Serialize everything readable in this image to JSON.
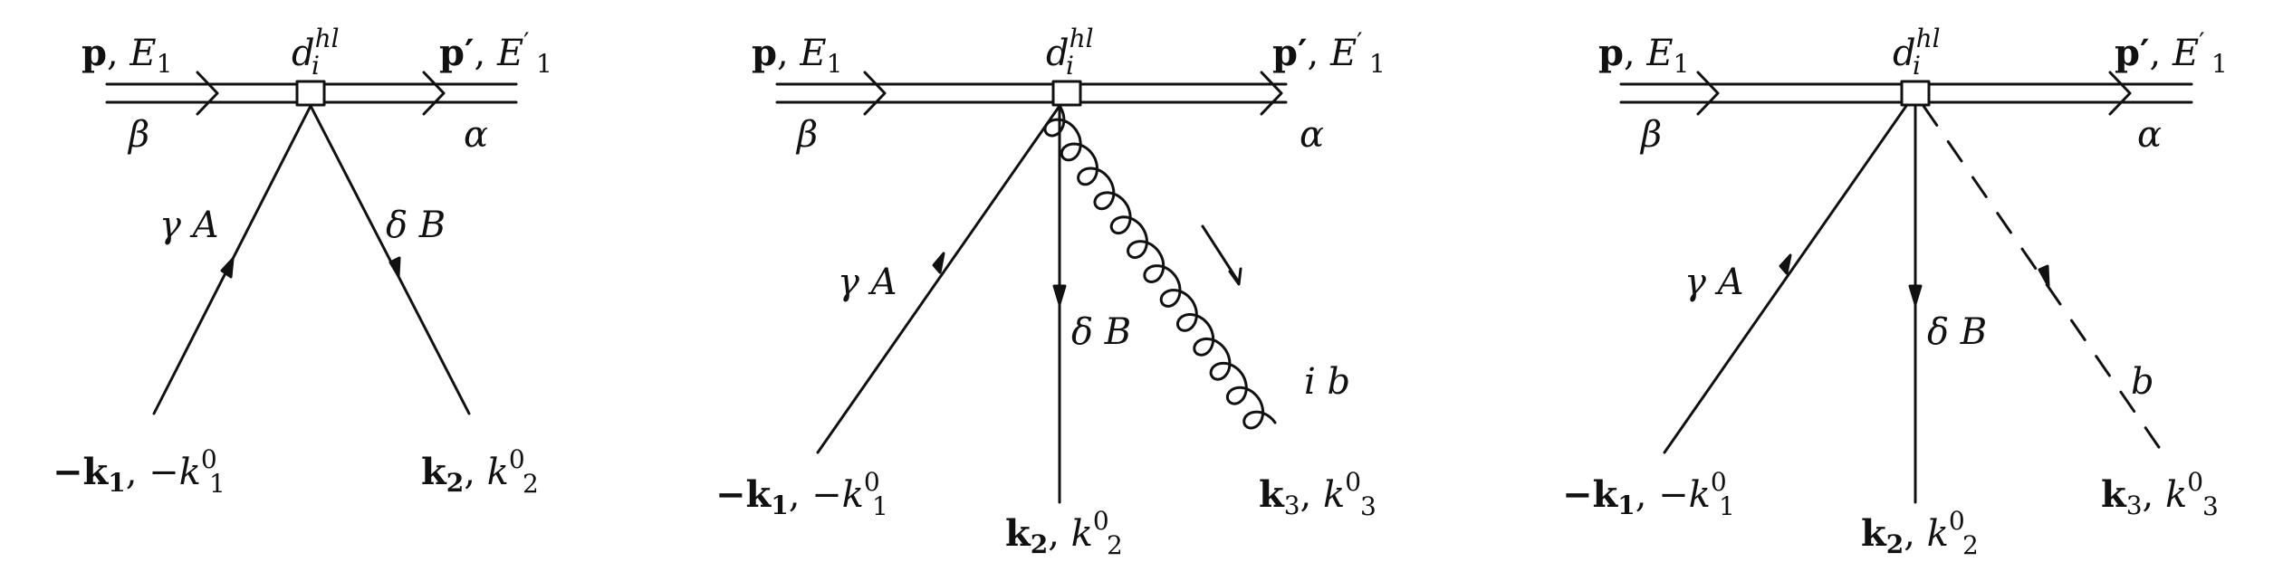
{
  "diagrams": [
    {
      "incoming_momentum": "p",
      "incoming_energy": "E",
      "incoming_energy_sub": "1",
      "vertex_label": "d",
      "vertex_sup": "hl",
      "vertex_sub": "i",
      "outgoing_momentum": "p′",
      "outgoing_energy": "E",
      "outgoing_energy_sup": "′",
      "outgoing_energy_sub": "1",
      "left_index": "β",
      "right_index": "α",
      "line_a_label": "γ A",
      "line_b_label": "δ B",
      "k1_momentum": "−k",
      "k1_momentum_sub": "1",
      "k1_energy": "−k",
      "k1_energy_sup": "0",
      "k1_energy_sub": "1",
      "k2_momentum": "k",
      "k2_momentum_sub": "2",
      "k2_energy": "k",
      "k2_energy_sup": "0",
      "k2_energy_sub": "2"
    },
    {
      "incoming_momentum": "p",
      "incoming_energy": "E",
      "incoming_energy_sub": "1",
      "vertex_label": "d",
      "vertex_sup": "hl",
      "vertex_sub": "i",
      "outgoing_momentum": "p′",
      "outgoing_energy": "E",
      "outgoing_energy_sup": "′",
      "outgoing_energy_sub": "1",
      "left_index": "β",
      "right_index": "α",
      "line_a_label": "γ A",
      "line_b_label": "δ B",
      "line_c_label": "i b",
      "line_c_style": "gluon",
      "k1_momentum": "−k",
      "k1_momentum_sub": "1",
      "k1_energy": "−k",
      "k1_energy_sup": "0",
      "k1_energy_sub": "1",
      "k2_momentum": "k",
      "k2_momentum_sub": "2",
      "k2_energy": "k",
      "k2_energy_sup": "0",
      "k2_energy_sub": "2",
      "k3_momentum": "k",
      "k3_momentum_sub": "3",
      "k3_energy": "k",
      "k3_energy_sup": "0",
      "k3_energy_sub": "3"
    },
    {
      "incoming_momentum": "p",
      "incoming_energy": "E",
      "incoming_energy_sub": "1",
      "vertex_label": "d",
      "vertex_sup": "hl",
      "vertex_sub": "i",
      "outgoing_momentum": "p′",
      "outgoing_energy": "E",
      "outgoing_energy_sup": "′",
      "outgoing_energy_sub": "1",
      "left_index": "β",
      "right_index": "α",
      "line_a_label": "γ A",
      "line_b_label": "δ B",
      "line_c_label": "b",
      "line_c_style": "dashed",
      "k1_momentum": "−k",
      "k1_momentum_sub": "1",
      "k1_energy": "−k",
      "k1_energy_sup": "0",
      "k1_energy_sub": "1",
      "k2_momentum": "k",
      "k2_momentum_sub": "2",
      "k2_energy": "k",
      "k2_energy_sup": "0",
      "k2_energy_sub": "2",
      "k3_momentum": "k",
      "k3_momentum_sub": "3",
      "k3_energy": "k",
      "k3_energy_sup": "0",
      "k3_energy_sub": "3"
    }
  ],
  "colors": {
    "ink": "#111111",
    "background": "#ffffff"
  }
}
